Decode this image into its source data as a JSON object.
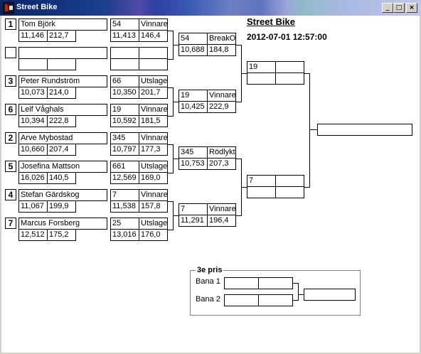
{
  "window": {
    "title": "Street Bike",
    "min": "_",
    "max": "□",
    "close": "×"
  },
  "header": {
    "title": "Street Bike",
    "datetime": "2012-07-01 12:57:00"
  },
  "round1": [
    {
      "seed": "1",
      "name": "Tom Björk",
      "rt": "11,146",
      "speed": "212,7",
      "et": "11,413",
      "top": "146,4",
      "lane": "54",
      "result": "Vinnare"
    },
    {
      "seed": "",
      "name": "",
      "rt": "",
      "speed": "",
      "et": "",
      "top": "",
      "lane": "",
      "result": ""
    },
    {
      "seed": "3",
      "name": "Peter Rundström",
      "rt": "10,073",
      "speed": "214,0",
      "et": "10,350",
      "top": "201,7",
      "lane": "66",
      "result": "Utslagen"
    },
    {
      "seed": "6",
      "name": "Leif Våghals",
      "rt": "10,394",
      "speed": "222,8",
      "et": "10,592",
      "top": "181,5",
      "lane": "19",
      "result": "Vinnare"
    },
    {
      "seed": "2",
      "name": "Arve Mybostad",
      "rt": "10,660",
      "speed": "207,4",
      "et": "10,797",
      "top": "177,3",
      "lane": "345",
      "result": "Vinnare"
    },
    {
      "seed": "5",
      "name": "Josefina Mattson",
      "rt": "16,026",
      "speed": "140,5",
      "et": "12,569",
      "top": "169,0",
      "lane": "661",
      "result": "Utslagen"
    },
    {
      "seed": "4",
      "name": "Stefan Gärdskog",
      "rt": "11,067",
      "speed": "199,9",
      "et": "11,538",
      "top": "157,8",
      "lane": "7",
      "result": "Vinnare"
    },
    {
      "seed": "7",
      "name": "Marcus Forsberg",
      "rt": "12,512",
      "speed": "175,2",
      "et": "13,016",
      "top": "176,0",
      "lane": "25",
      "result": "Utslagen"
    }
  ],
  "round2": [
    {
      "lane": "54",
      "result": "BreakOut",
      "et": "10,688",
      "top": "184,8"
    },
    {
      "lane": "19",
      "result": "Vinnare",
      "et": "10,425",
      "top": "222,9"
    },
    {
      "lane": "345",
      "result": "Rödlykta",
      "et": "10,753",
      "top": "207,3"
    },
    {
      "lane": "7",
      "result": "Vinnare",
      "et": "11,291",
      "top": "196,4"
    }
  ],
  "round3": [
    {
      "lane": "19",
      "result": "",
      "et": "",
      "top": ""
    },
    {
      "lane": "7",
      "result": "",
      "et": "",
      "top": ""
    }
  ],
  "final": {
    "winner": ""
  },
  "third_place": {
    "legend": "3e pris",
    "lane1_label": "Bana 1",
    "lane2_label": "Bana 2",
    "lane1_a": "",
    "lane1_b": "",
    "lane2_a": "",
    "lane2_b": "",
    "winner": ""
  }
}
